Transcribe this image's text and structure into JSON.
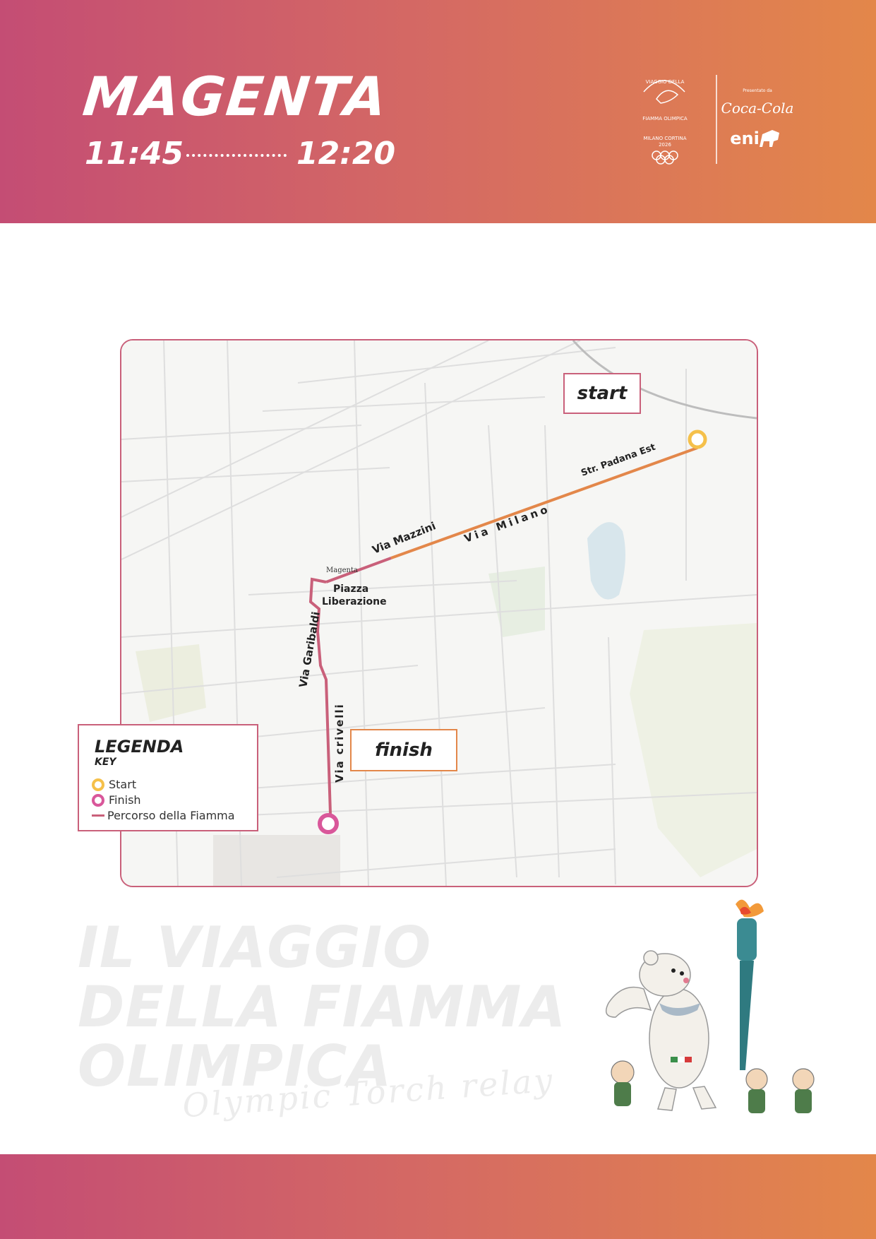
{
  "header": {
    "city": "MAGENTA",
    "time_start": "11:45",
    "time_end": "12:20"
  },
  "logos": {
    "event_lines": [
      "VIAGGIO DELLA",
      "FIAMMA OLIMPICA"
    ],
    "event_sub": "MILANO CORTINA",
    "event_year": "2026",
    "presented_by": "Presentato da",
    "sponsor_1": "Coca-Cola",
    "sponsor_2": "eni"
  },
  "map": {
    "start_label": "start",
    "finish_label": "finish",
    "streets": {
      "padana": "Str. Padana Est",
      "milano": "Via Milano",
      "mazzini": "Via Mazzini",
      "piazza_1": "Piazza",
      "piazza_2": "Liberazione",
      "garibaldi": "Via Garibaldi",
      "crivelli": "Via crivelli",
      "magenta": "Magenta"
    },
    "colors": {
      "start": "#f5c04a",
      "finish": "#d9579a",
      "route": "#c9607a",
      "route_east": "#e3874a"
    }
  },
  "legend": {
    "title": "LEGENDA",
    "subtitle": "KEY",
    "start": "Start",
    "finish": "Finish",
    "route": "Percorso della Fiamma"
  },
  "tagline": {
    "line1": "IL VIAGGIO",
    "line2": "DELLA FIAMMA",
    "line3": "OLIMPICA",
    "subtitle": "Olympic Torch relay"
  }
}
